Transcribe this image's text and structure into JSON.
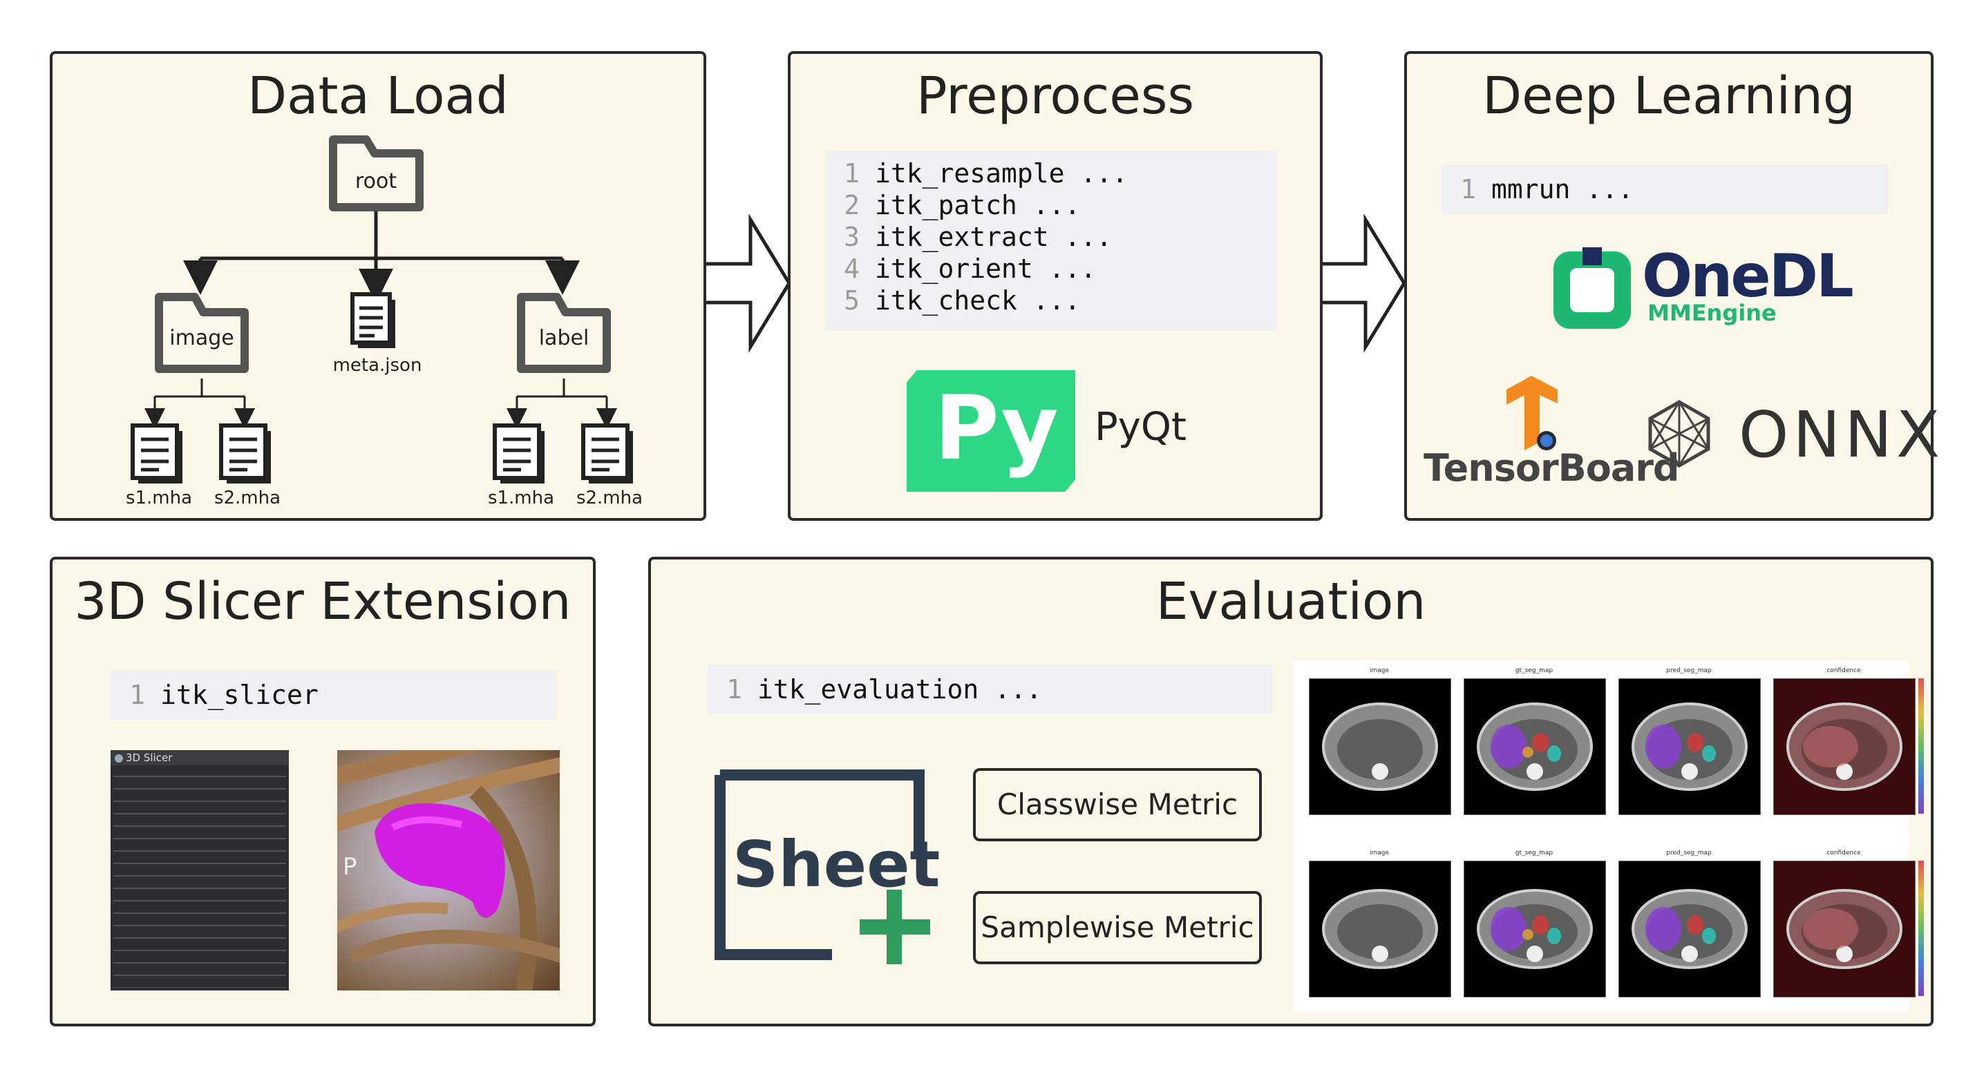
{
  "data_load": {
    "title": "Data Load",
    "root": "root",
    "image": "image",
    "meta": "meta.json",
    "label": "label",
    "files": [
      "s1.mha",
      "s2.mha",
      "s1.mha",
      "s2.mha"
    ]
  },
  "preprocess": {
    "title": "Preprocess",
    "code": [
      {
        "n": "1",
        "t": "itk_resample ..."
      },
      {
        "n": "2",
        "t": "itk_patch ..."
      },
      {
        "n": "3",
        "t": "itk_extract ..."
      },
      {
        "n": "4",
        "t": "itk_orient ..."
      },
      {
        "n": "5",
        "t": "itk_check ..."
      }
    ],
    "py_logo": "Py",
    "pyqt": "PyQt"
  },
  "deep_learning": {
    "title": "Deep Learning",
    "code": [
      {
        "n": "1",
        "t": "mmrun ..."
      }
    ],
    "onedl": "OneDL",
    "mmengine": "MMEngine",
    "tensorboard": "TensorBoard",
    "onnx": "ONNX"
  },
  "slicer": {
    "title": "3D Slicer Extension",
    "code": [
      {
        "n": "1",
        "t": "itk_slicer"
      }
    ],
    "window_title": "3D Slicer"
  },
  "evaluation": {
    "title": "Evaluation",
    "code": [
      {
        "n": "1",
        "t": "itk_evaluation ..."
      }
    ],
    "sheet": "Sheet",
    "classwise": "Classwise Metric",
    "samplewise": "Samplewise Metric",
    "plot_titles": [
      "image",
      "gt_seg_map",
      "pred_seg_map",
      "confidence"
    ]
  },
  "colors": {
    "panel_bg": "#fbf8ea",
    "border": "#2a2a2a",
    "pyqt_green": "#2dd884",
    "onedl_green": "#1fb873",
    "onedl_navy": "#1d2a5c",
    "tensorflow_orange": "#f58a1f",
    "sheet_navy": "#2f3e4e",
    "sheet_green": "#2e9a5c"
  }
}
